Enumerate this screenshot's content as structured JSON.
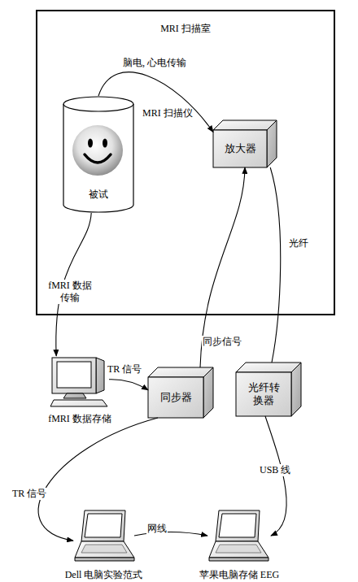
{
  "diagram": {
    "nodes": [
      {
        "text": [
          "MRI 扫描室"
        ]
      },
      {
        "text": [
          "MRI 扫描仪",
          "被试"
        ],
        "in": 0
      },
      {
        "text": [
          "放大器"
        ],
        "in": 0
      },
      {
        "text": [
          "fMRI 数据存储"
        ]
      },
      {
        "text": [
          "同步器"
        ]
      },
      {
        "text": [
          "光纤转 换器"
        ]
      },
      {
        "text": [
          "Dell 电脑实验范式"
        ]
      },
      {
        "text": [
          "苹果电脑存储 EEG"
        ]
      }
    ],
    "edges": [
      {
        "from": 1,
        "to": 2,
        "arrow": "to",
        "label": "脑电, 心电传输"
      },
      {
        "from": 2,
        "to": 5,
        "arrow": "none",
        "label": "光纤"
      },
      {
        "from": 1,
        "to": 3,
        "arrow": "to",
        "label": "fMRI 数据 传输"
      },
      {
        "from": 4,
        "to": 2,
        "arrow": "to",
        "label": "同步信号"
      },
      {
        "from": 3,
        "to": 4,
        "arrow": "to",
        "label": "TR 信号"
      },
      {
        "from": 5,
        "to": 7,
        "arrow": "to",
        "label": "USB 线"
      },
      {
        "from": 4,
        "to": 6,
        "arrow": "to",
        "label": "TR 信号"
      },
      {
        "from": 6,
        "to": 7,
        "arrow": "to",
        "label": "网线"
      }
    ]
  }
}
